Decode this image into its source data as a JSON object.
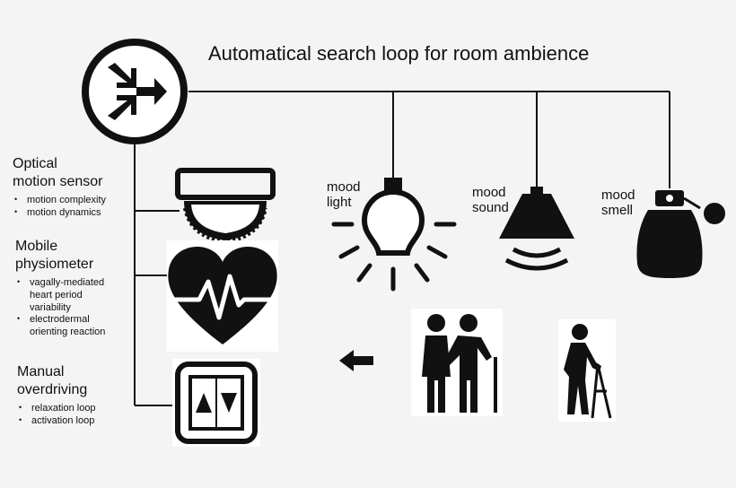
{
  "title": "Automatical search loop for room ambience",
  "icons": {
    "controller": "merge-arrows-icon",
    "sensor": "motion-sensor-icon",
    "heart": "heart-rate-icon",
    "updown": "up-down-buttons-icon",
    "light": "light-bulb-icon",
    "sound": "speaker-icon",
    "smell": "perfume-bottle-icon",
    "arrow": "left-arrow-icon",
    "elderly_couple": "elderly-people-icon",
    "walker": "elderly-walker-icon"
  },
  "inputs": [
    {
      "title_lines": [
        "Optical",
        "motion sensor"
      ],
      "bullets": [
        [
          "motion complexity"
        ],
        [
          "motion dynamics"
        ]
      ]
    },
    {
      "title_lines": [
        "Mobile",
        "physiometer"
      ],
      "bullets": [
        [
          "vagally-mediated",
          "heart period",
          "variability"
        ],
        [
          "electrodermal",
          "orienting reaction"
        ]
      ]
    },
    {
      "title_lines": [
        "Manual",
        "overdriving"
      ],
      "bullets": [
        [
          "relaxation loop"
        ],
        [
          "activation loop"
        ]
      ]
    }
  ],
  "outputs": {
    "light": [
      "mood",
      "light"
    ],
    "sound": [
      "mood",
      "sound"
    ],
    "smell": [
      "mood",
      "smell"
    ]
  }
}
